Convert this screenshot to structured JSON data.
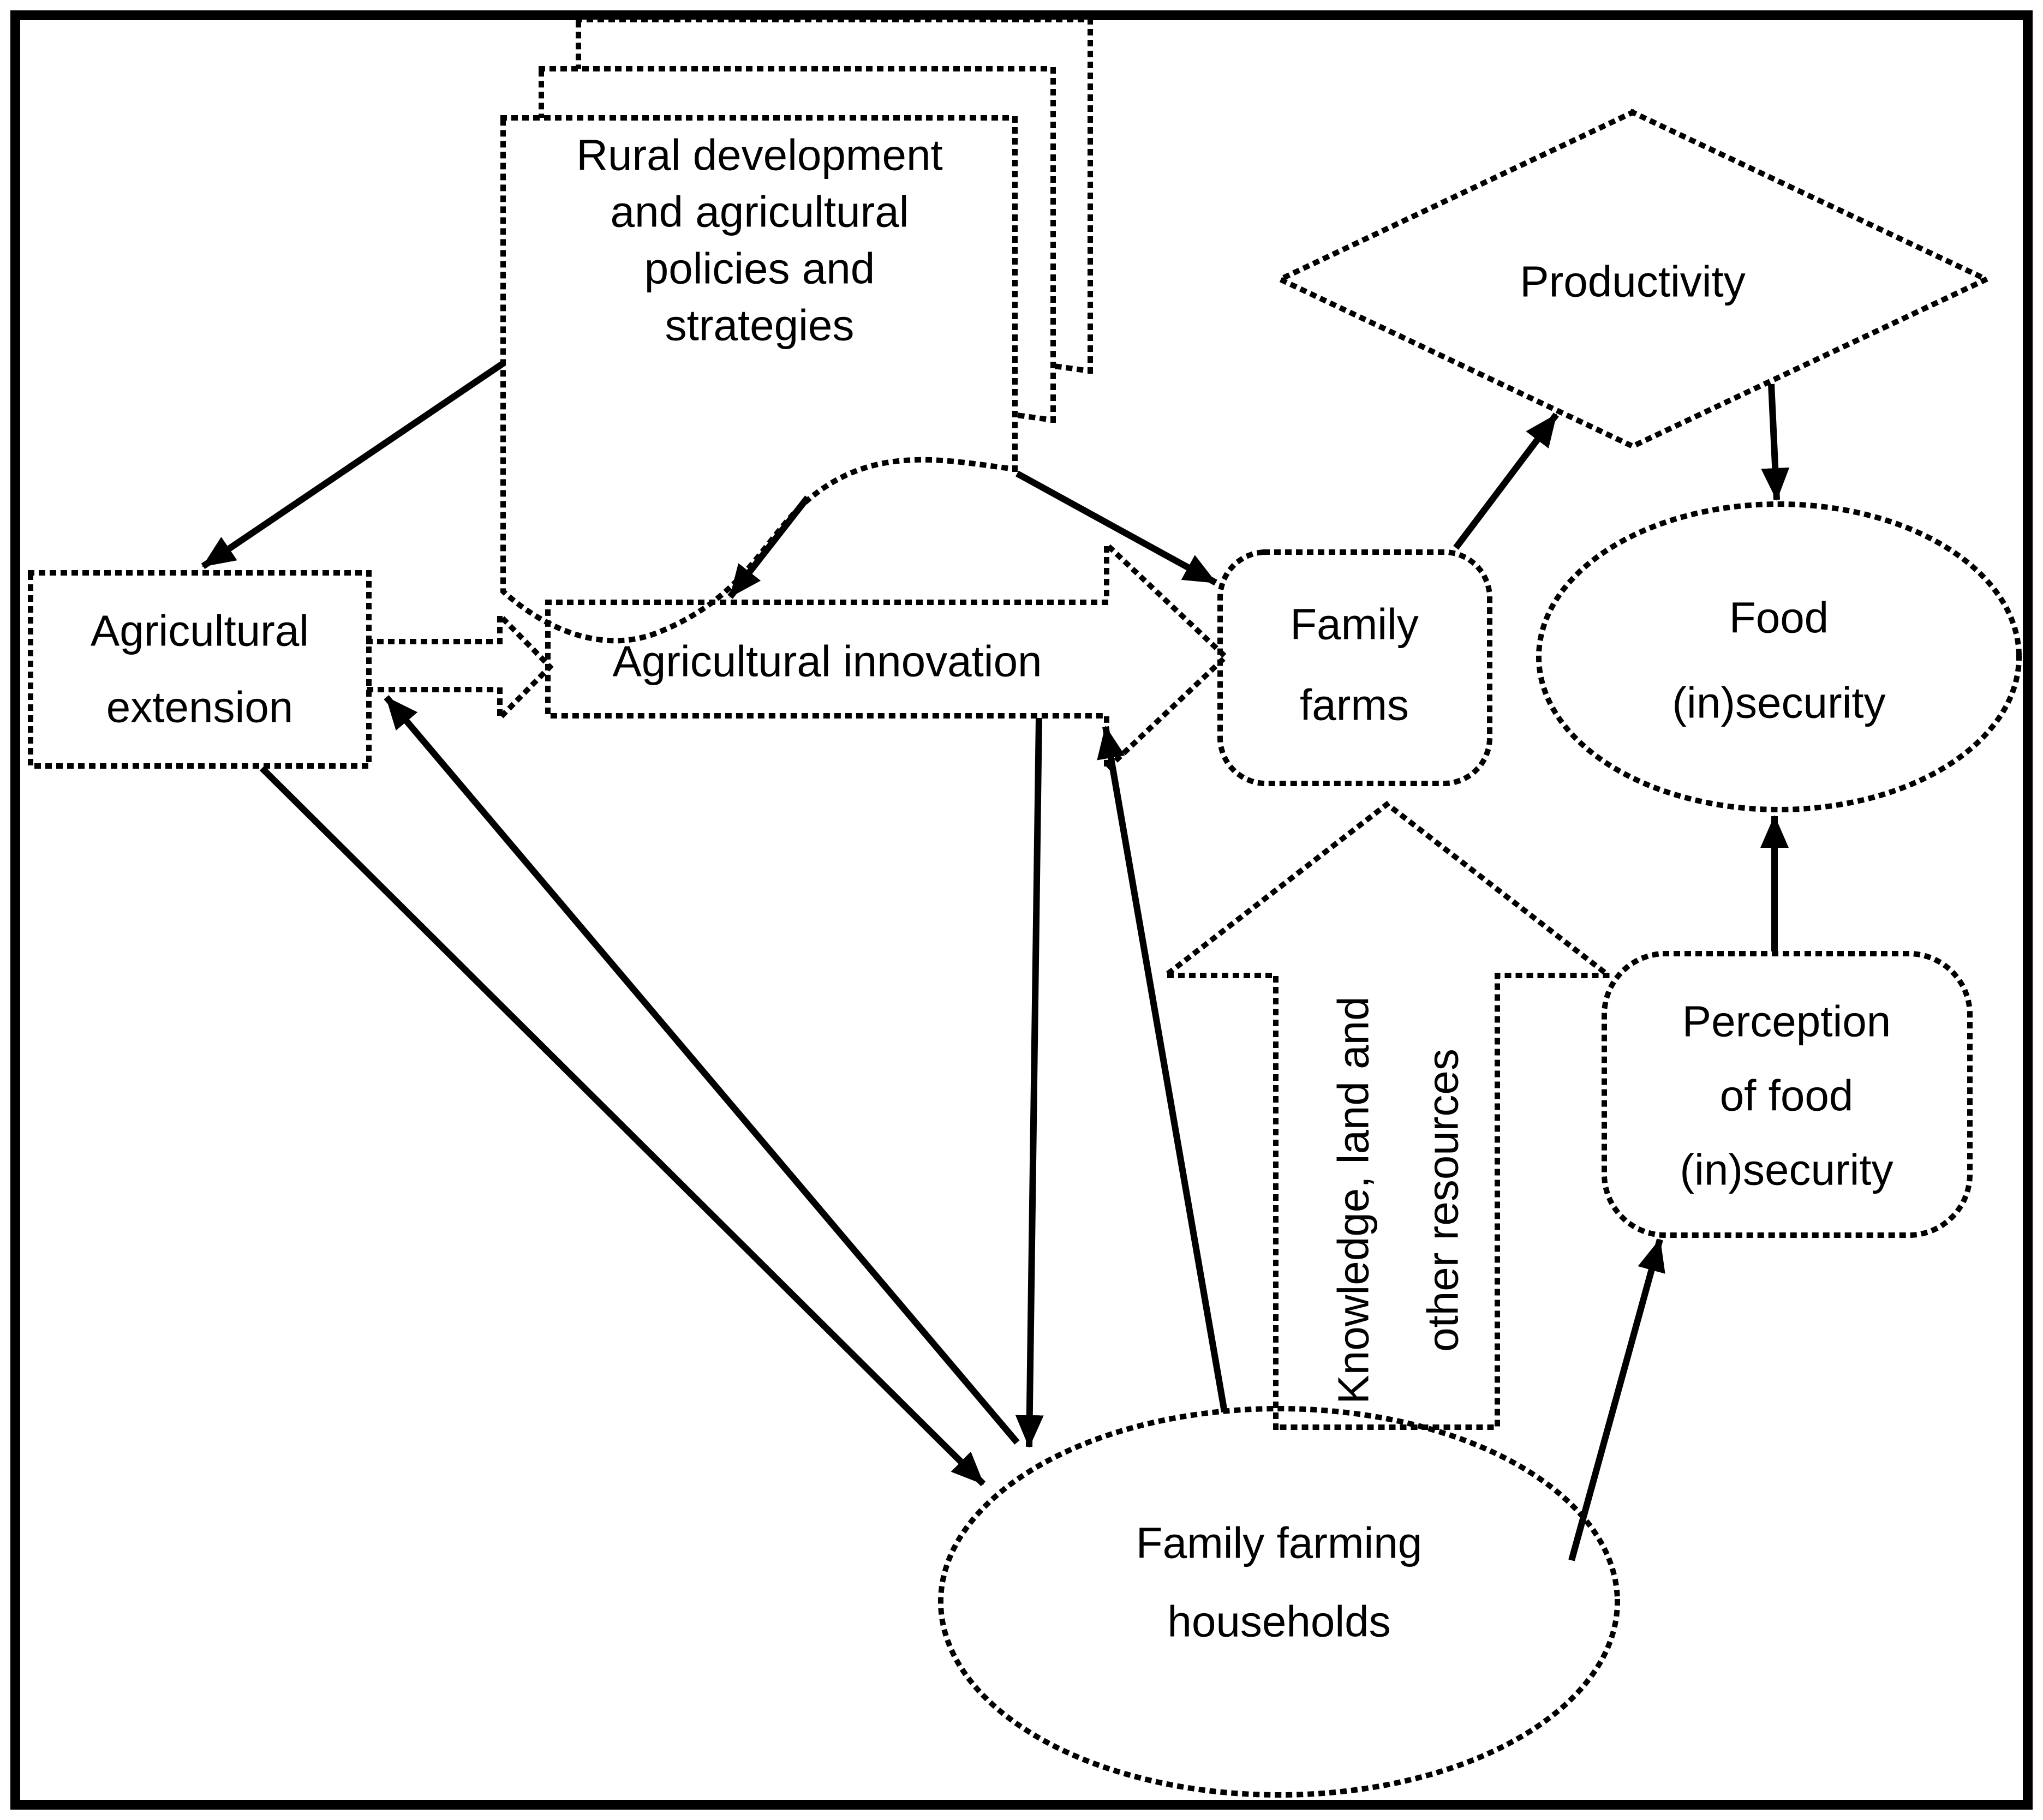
{
  "diagram": {
    "colors": {
      "ink": "#000000",
      "background": "#ffffff"
    },
    "nodes": {
      "rural_dev": {
        "shape": "stacked-documents",
        "lines": [
          "Rural development",
          "and agricultural",
          "policies and",
          "strategies"
        ]
      },
      "productivity": {
        "shape": "diamond",
        "lines": [
          "Productivity"
        ]
      },
      "agricultural_extension": {
        "shape": "rectangle",
        "lines": [
          "Agricultural",
          "extension"
        ]
      },
      "agricultural_innovation": {
        "shape": "right-block-arrow",
        "lines": [
          "Agricultural innovation"
        ]
      },
      "family_farms": {
        "shape": "rounded-rectangle",
        "lines": [
          "Family",
          "farms"
        ]
      },
      "food_insecurity": {
        "shape": "ellipse",
        "lines": [
          "Food",
          "(in)security"
        ]
      },
      "perception_food_insecurity": {
        "shape": "rounded-rectangle",
        "lines": [
          "Perception",
          "of food",
          "(in)security"
        ]
      },
      "knowledge_resources": {
        "shape": "up-block-arrow",
        "lines": [
          "Knowledge, land and",
          "other resources"
        ]
      },
      "family_farming_households": {
        "shape": "ellipse",
        "lines": [
          "Family farming",
          "households"
        ]
      }
    },
    "edges": [
      {
        "from": "rural_dev",
        "to": "agricultural_extension",
        "style": "solid-arrow"
      },
      {
        "from": "rural_dev",
        "to": "agricultural_innovation",
        "style": "solid-arrow"
      },
      {
        "from": "rural_dev",
        "to": "family_farms",
        "style": "solid-arrow"
      },
      {
        "from": "family_farms",
        "to": "productivity",
        "style": "solid-arrow"
      },
      {
        "from": "productivity",
        "to": "food_insecurity",
        "style": "solid-arrow"
      },
      {
        "from": "agricultural_extension",
        "to": "agricultural_innovation",
        "style": "dotted-block-arrow"
      },
      {
        "from": "agricultural_innovation",
        "to": "family_farms",
        "style": "dotted-block-arrow"
      },
      {
        "from": "family_farming_households",
        "to": "family_farms",
        "style": "dotted-block-arrow",
        "label": "Knowledge, land and other resources"
      },
      {
        "from": "agricultural_innovation",
        "to": "family_farming_households",
        "style": "solid-arrow"
      },
      {
        "from": "agricultural_extension",
        "to": "family_farming_households",
        "style": "solid-arrow"
      },
      {
        "from": "family_farming_households",
        "to": "agricultural_extension",
        "style": "solid-arrow"
      },
      {
        "from": "family_farming_households",
        "to": "agricultural_innovation",
        "style": "solid-arrow"
      },
      {
        "from": "family_farming_households",
        "to": "perception_food_insecurity",
        "style": "solid-arrow"
      },
      {
        "from": "perception_food_insecurity",
        "to": "food_insecurity",
        "style": "solid-arrow"
      }
    ]
  }
}
